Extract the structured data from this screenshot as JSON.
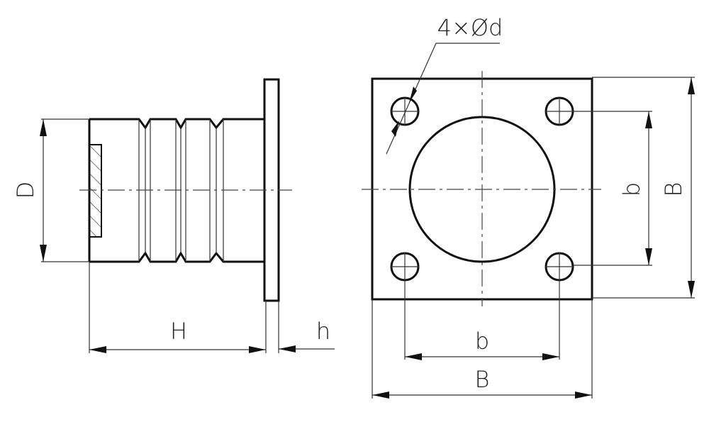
{
  "drawing": {
    "side_view": {
      "labels": {
        "diameter": "D",
        "height": "H",
        "flange_thickness": "h"
      }
    },
    "front_view": {
      "labels": {
        "holes": "4×Ød",
        "hole_spacing_vertical": "b",
        "width_vertical": "B",
        "hole_spacing_horizontal": "b",
        "width_horizontal": "B"
      }
    }
  }
}
